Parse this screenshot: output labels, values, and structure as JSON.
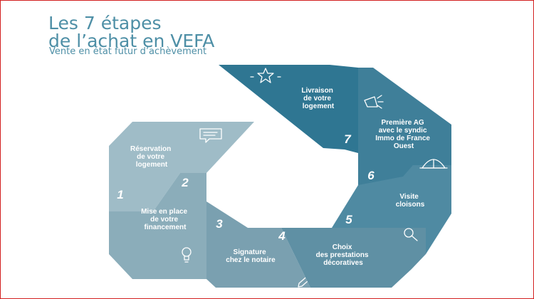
{
  "title_line1": "Les 7 étapes",
  "title_line2": "de l’achat en VEFA",
  "subtitle": "Vente en état futur d’achèvement",
  "colors": {
    "title": "#4e8fa6",
    "frame": "#d21f1f",
    "step1": "#9fbcc7",
    "step2": "#8badba",
    "step3": "#7aa0b0",
    "step4": "#5f90a4",
    "step5": "#4f8aa2",
    "step6": "#3f7f99",
    "step7": "#2f7692"
  },
  "steps": [
    {
      "number": "1",
      "label_lines": [
        "Réservation",
        "de votre",
        "logement"
      ],
      "icon": "speech-bubble-icon"
    },
    {
      "number": "2",
      "label_lines": [
        "Mise en place",
        "de votre",
        "financement"
      ],
      "icon": "lightbulb-icon"
    },
    {
      "number": "3",
      "label_lines": [
        "Signature",
        "chez le notaire"
      ],
      "icon": "pen-icon"
    },
    {
      "number": "4",
      "label_lines": [
        "Choix",
        "des prestations",
        "décoratives"
      ],
      "icon": "magnifier-icon"
    },
    {
      "number": "5",
      "label_lines": [
        "Visite",
        "cloisons"
      ],
      "icon": "hard-hat-icon"
    },
    {
      "number": "6",
      "label_lines": [
        "Première AG",
        "avec le syndic",
        "Immo de France",
        "Ouest"
      ],
      "icon": "megaphone-icon"
    },
    {
      "number": "7",
      "label_lines": [
        "Livraison",
        "de votre",
        "logement"
      ],
      "icon": "star-icon"
    }
  ]
}
